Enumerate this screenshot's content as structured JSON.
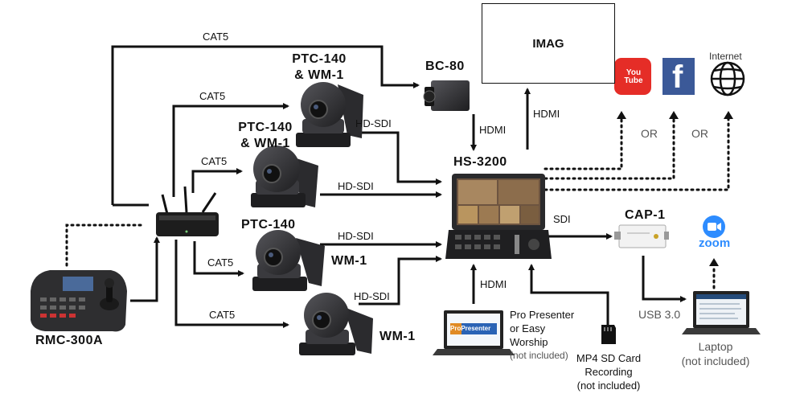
{
  "devices": {
    "imag": "IMAG",
    "bc80": "BC-80",
    "ptc_top": [
      "PTC-140",
      "& WM-1"
    ],
    "ptc_mid": [
      "PTC-140",
      "& WM-1"
    ],
    "ptc_low": "PTC-140",
    "wm_low": "WM-1",
    "wm_bottom": "WM-1",
    "hs3200": "HS-3200",
    "cap1": "CAP-1",
    "rmc": "RMC-300A",
    "internet": "Internet",
    "zoom_logo": "zoom",
    "youtube_logo": "You Tube",
    "facebook_logo": "f",
    "pro_presenter_logo": "ProPresenter"
  },
  "connections": {
    "cat5_top": "CAT5",
    "cat5_a": "CAT5",
    "cat5_b": "CAT5",
    "cat5_c": "CAT5",
    "cat5_d": "CAT5",
    "hdsdi_1": "HD-SDI",
    "hdsdi_2": "HD-SDI",
    "hdsdi_3": "HD-SDI",
    "hdsdi_4": "HD-SDI",
    "hdmi_bc80": "HDMI",
    "hdmi_imag": "HDMI",
    "hdmi_laptop": "HDMI",
    "sdi": "SDI",
    "usb": "USB 3.0",
    "or_1": "OR",
    "or_2": "OR"
  },
  "notes": {
    "pro_presenter": [
      "Pro Presenter",
      "or Easy",
      "Worship"
    ],
    "pro_presenter_note": "(not included)",
    "sd_card": [
      "MP4 SD Card",
      "Recording",
      "(not included)"
    ],
    "laptop": [
      "Laptop",
      "(not included)"
    ]
  },
  "colors": {
    "line": "#111111",
    "youtube_red": "#e52d27",
    "facebook_blue": "#3b5998",
    "zoom_blue": "#2d8cff",
    "camera_body": "#2b2b2e"
  }
}
